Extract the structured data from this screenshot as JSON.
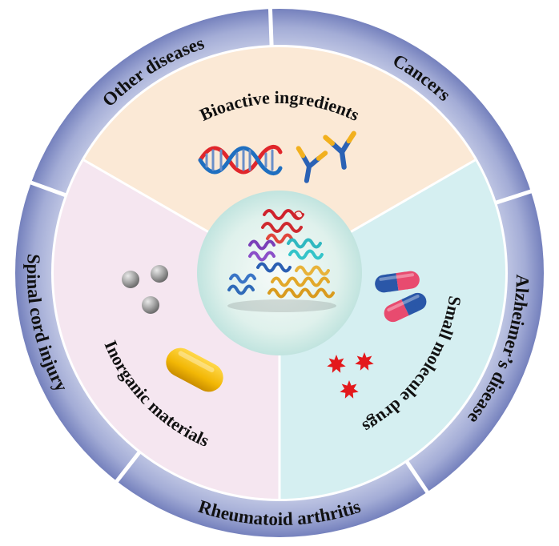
{
  "center": {
    "image": "protein-structure"
  },
  "inner_sectors": [
    {
      "id": "bioactive",
      "label": "Bioactive ingredients",
      "color": "#fbe9d6",
      "icons": [
        "dna-icon",
        "antibody-icon"
      ]
    },
    {
      "id": "small-molecule",
      "label": "Small molecule drugs",
      "color": "#d5eff1",
      "icons": [
        "capsule-icon",
        "star-icon"
      ]
    },
    {
      "id": "inorganic",
      "label": "Inorganic materials",
      "color": "#f5e6f0",
      "icons": [
        "sphere-icon",
        "pill-icon"
      ]
    }
  ],
  "outer_segments": [
    {
      "id": "cancers",
      "label": "Cancers"
    },
    {
      "id": "alzheimers",
      "label": "Alzheimer’s disease"
    },
    {
      "id": "rheumatoid",
      "label": "Rheumatoid arthritis"
    },
    {
      "id": "spinal",
      "label": "Spinal cord injury"
    },
    {
      "id": "other",
      "label": "Other diseases"
    }
  ],
  "colors": {
    "ring_inner": "#c5cbe6",
    "ring_outer": "#7f8bc2",
    "separator": "#ffffff",
    "capsule_blue": "#2a57a8",
    "capsule_pink": "#e84b6f",
    "star_red": "#e3191c",
    "sphere_grey": "#9a9a9a",
    "pill_yellow": "#f2b705",
    "dna_red": "#e0262b",
    "dna_blue": "#1f6fc0",
    "antibody_blue": "#2b62b5",
    "antibody_yellow": "#f2b01e"
  }
}
